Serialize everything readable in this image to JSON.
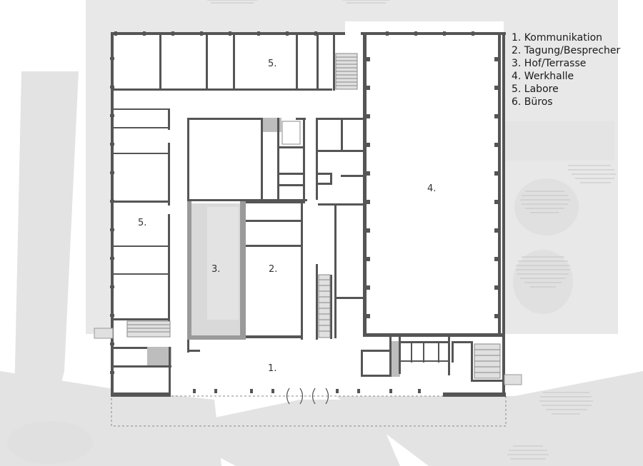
{
  "colors": {
    "ground": "#e6e6e6",
    "wall": "#555555",
    "courtyard": "#d9d9d9",
    "hatch": "#bdbdbd",
    "floor": "#ffffff",
    "text": "#1a1a1a"
  },
  "legend": [
    "1. Kommunikation",
    "2. Tagung/Besprecher",
    "3. Hof/Terrasse",
    "4. Werkhalle",
    "5. Labore",
    "6. Büros"
  ],
  "labels": {
    "kommunikation": "1.",
    "tagung": "2.",
    "hof": "3.",
    "werkhalle": "4.",
    "labore_top": "5.",
    "labore_left": "5."
  }
}
